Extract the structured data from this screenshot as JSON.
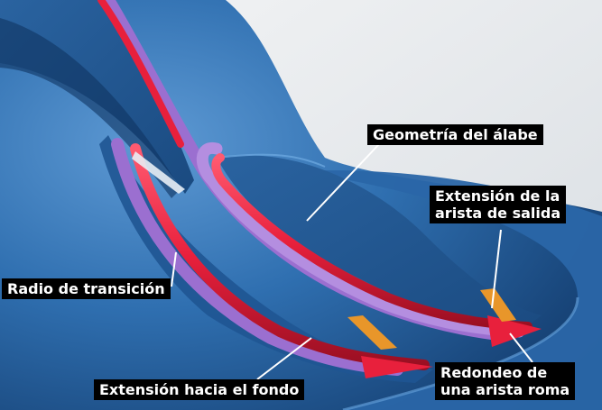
{
  "figure": {
    "labels": {
      "blade_geometry": "Geometría del álabe",
      "trailing_edge_extension": [
        "Extensión de la",
        "arista de salida"
      ],
      "transition_radius": "Radio de transición",
      "bottom_extension": "Extensión hacia el fondo",
      "blunt_edge_rounding": [
        "Redondeo de",
        "una arista roma"
      ]
    },
    "colors": {
      "hub_blue": "#2f6fb0",
      "shadow_blue": "#123a6b",
      "highlight_blue": "#5e9ad4",
      "fillet_red": "#e8203c",
      "fillet_violet": "#9b6fd0",
      "marker_orange": "#e8962a",
      "label_bg": "#000000",
      "label_text": "#ffffff",
      "background": "#e9ecef"
    }
  }
}
